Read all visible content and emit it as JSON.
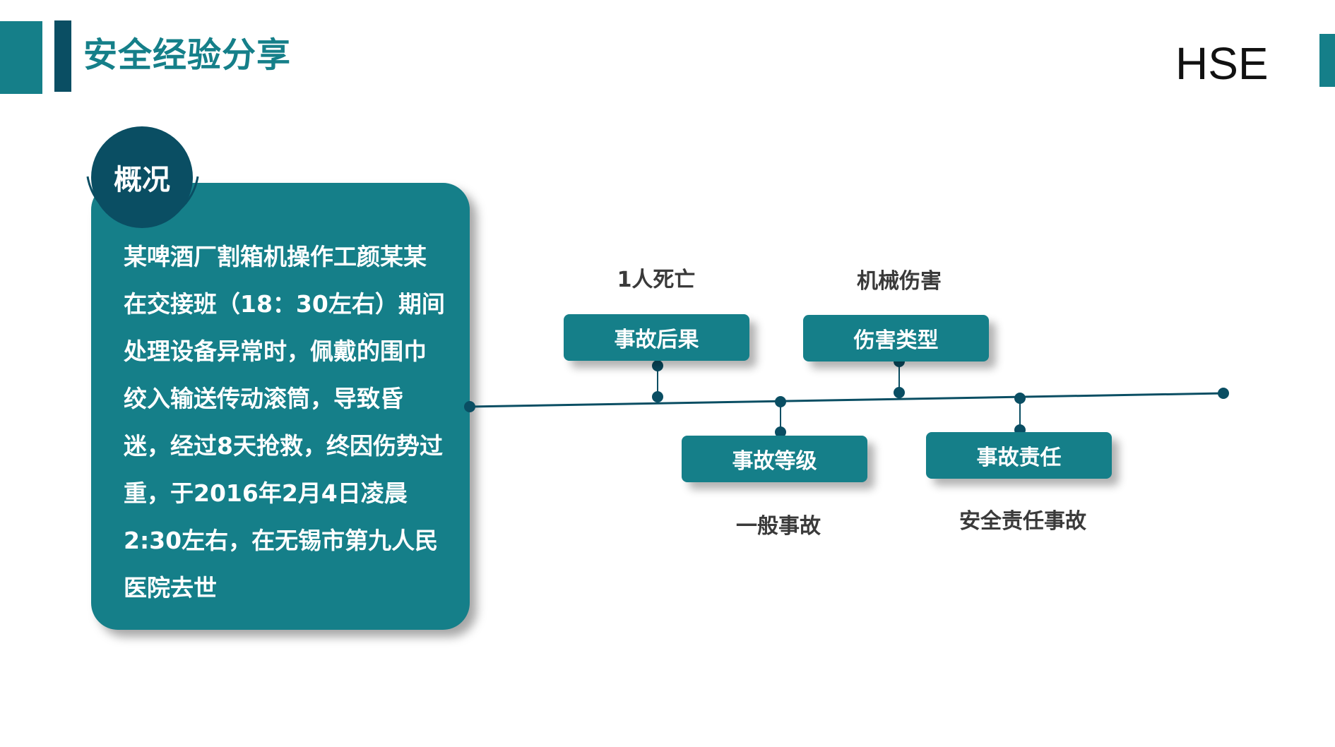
{
  "header": {
    "title": "安全经验分享",
    "brand": "HSE"
  },
  "overview": {
    "badge": "概况",
    "text": "某啤酒厂割箱机操作工颜某某在交接班（18：30左右）期间处理设备异常时，佩戴的围巾绞入输送传动滚筒，导致昏迷，经过8天抢救，终因伤势过重，于2016年2月4日凌晨2:30左右，在无锡市第九人民医院去世"
  },
  "timeline": {
    "items": [
      {
        "label": "事故后果",
        "value": "1人死亡"
      },
      {
        "label": "事故等级",
        "value": "一般事故"
      },
      {
        "label": "伤害类型",
        "value": "机械伤害"
      },
      {
        "label": "事故责任",
        "value": "安全责任事故"
      }
    ]
  },
  "colors": {
    "primary": "#157f89",
    "dark": "#0a4e63"
  }
}
